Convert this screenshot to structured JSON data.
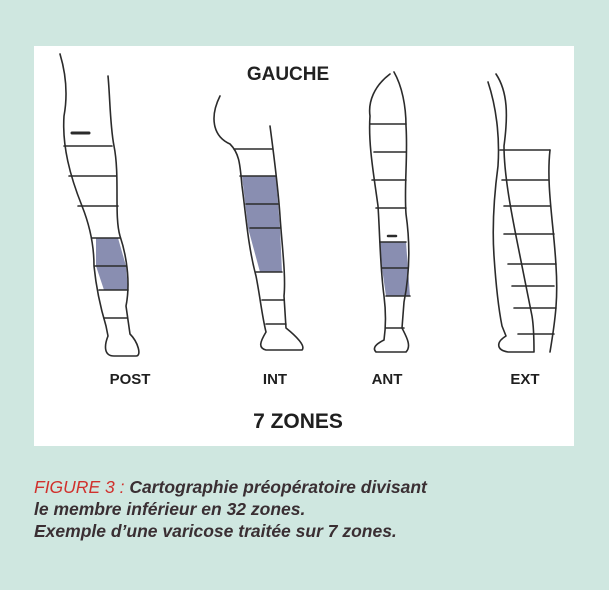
{
  "figure": {
    "header": "GAUCHE",
    "views": [
      {
        "key": "post",
        "label": "POST"
      },
      {
        "key": "int",
        "label": "INT"
      },
      {
        "key": "ant",
        "label": "ANT"
      },
      {
        "key": "ext",
        "label": "EXT"
      }
    ],
    "zones_label": "7 ZONES",
    "colors": {
      "background": "#cfe7e0",
      "panel": "#ffffff",
      "treated_zone": "#7c82a8",
      "outline": "#2b2b2b"
    }
  },
  "caption": {
    "figure_ref": "FIGURE 3 :",
    "line1": "Cartographie préopératoire divisant",
    "line2": "le membre inférieur en 32 zones.",
    "line3": "Exemple d’une varicose traitée sur 7 zones."
  }
}
